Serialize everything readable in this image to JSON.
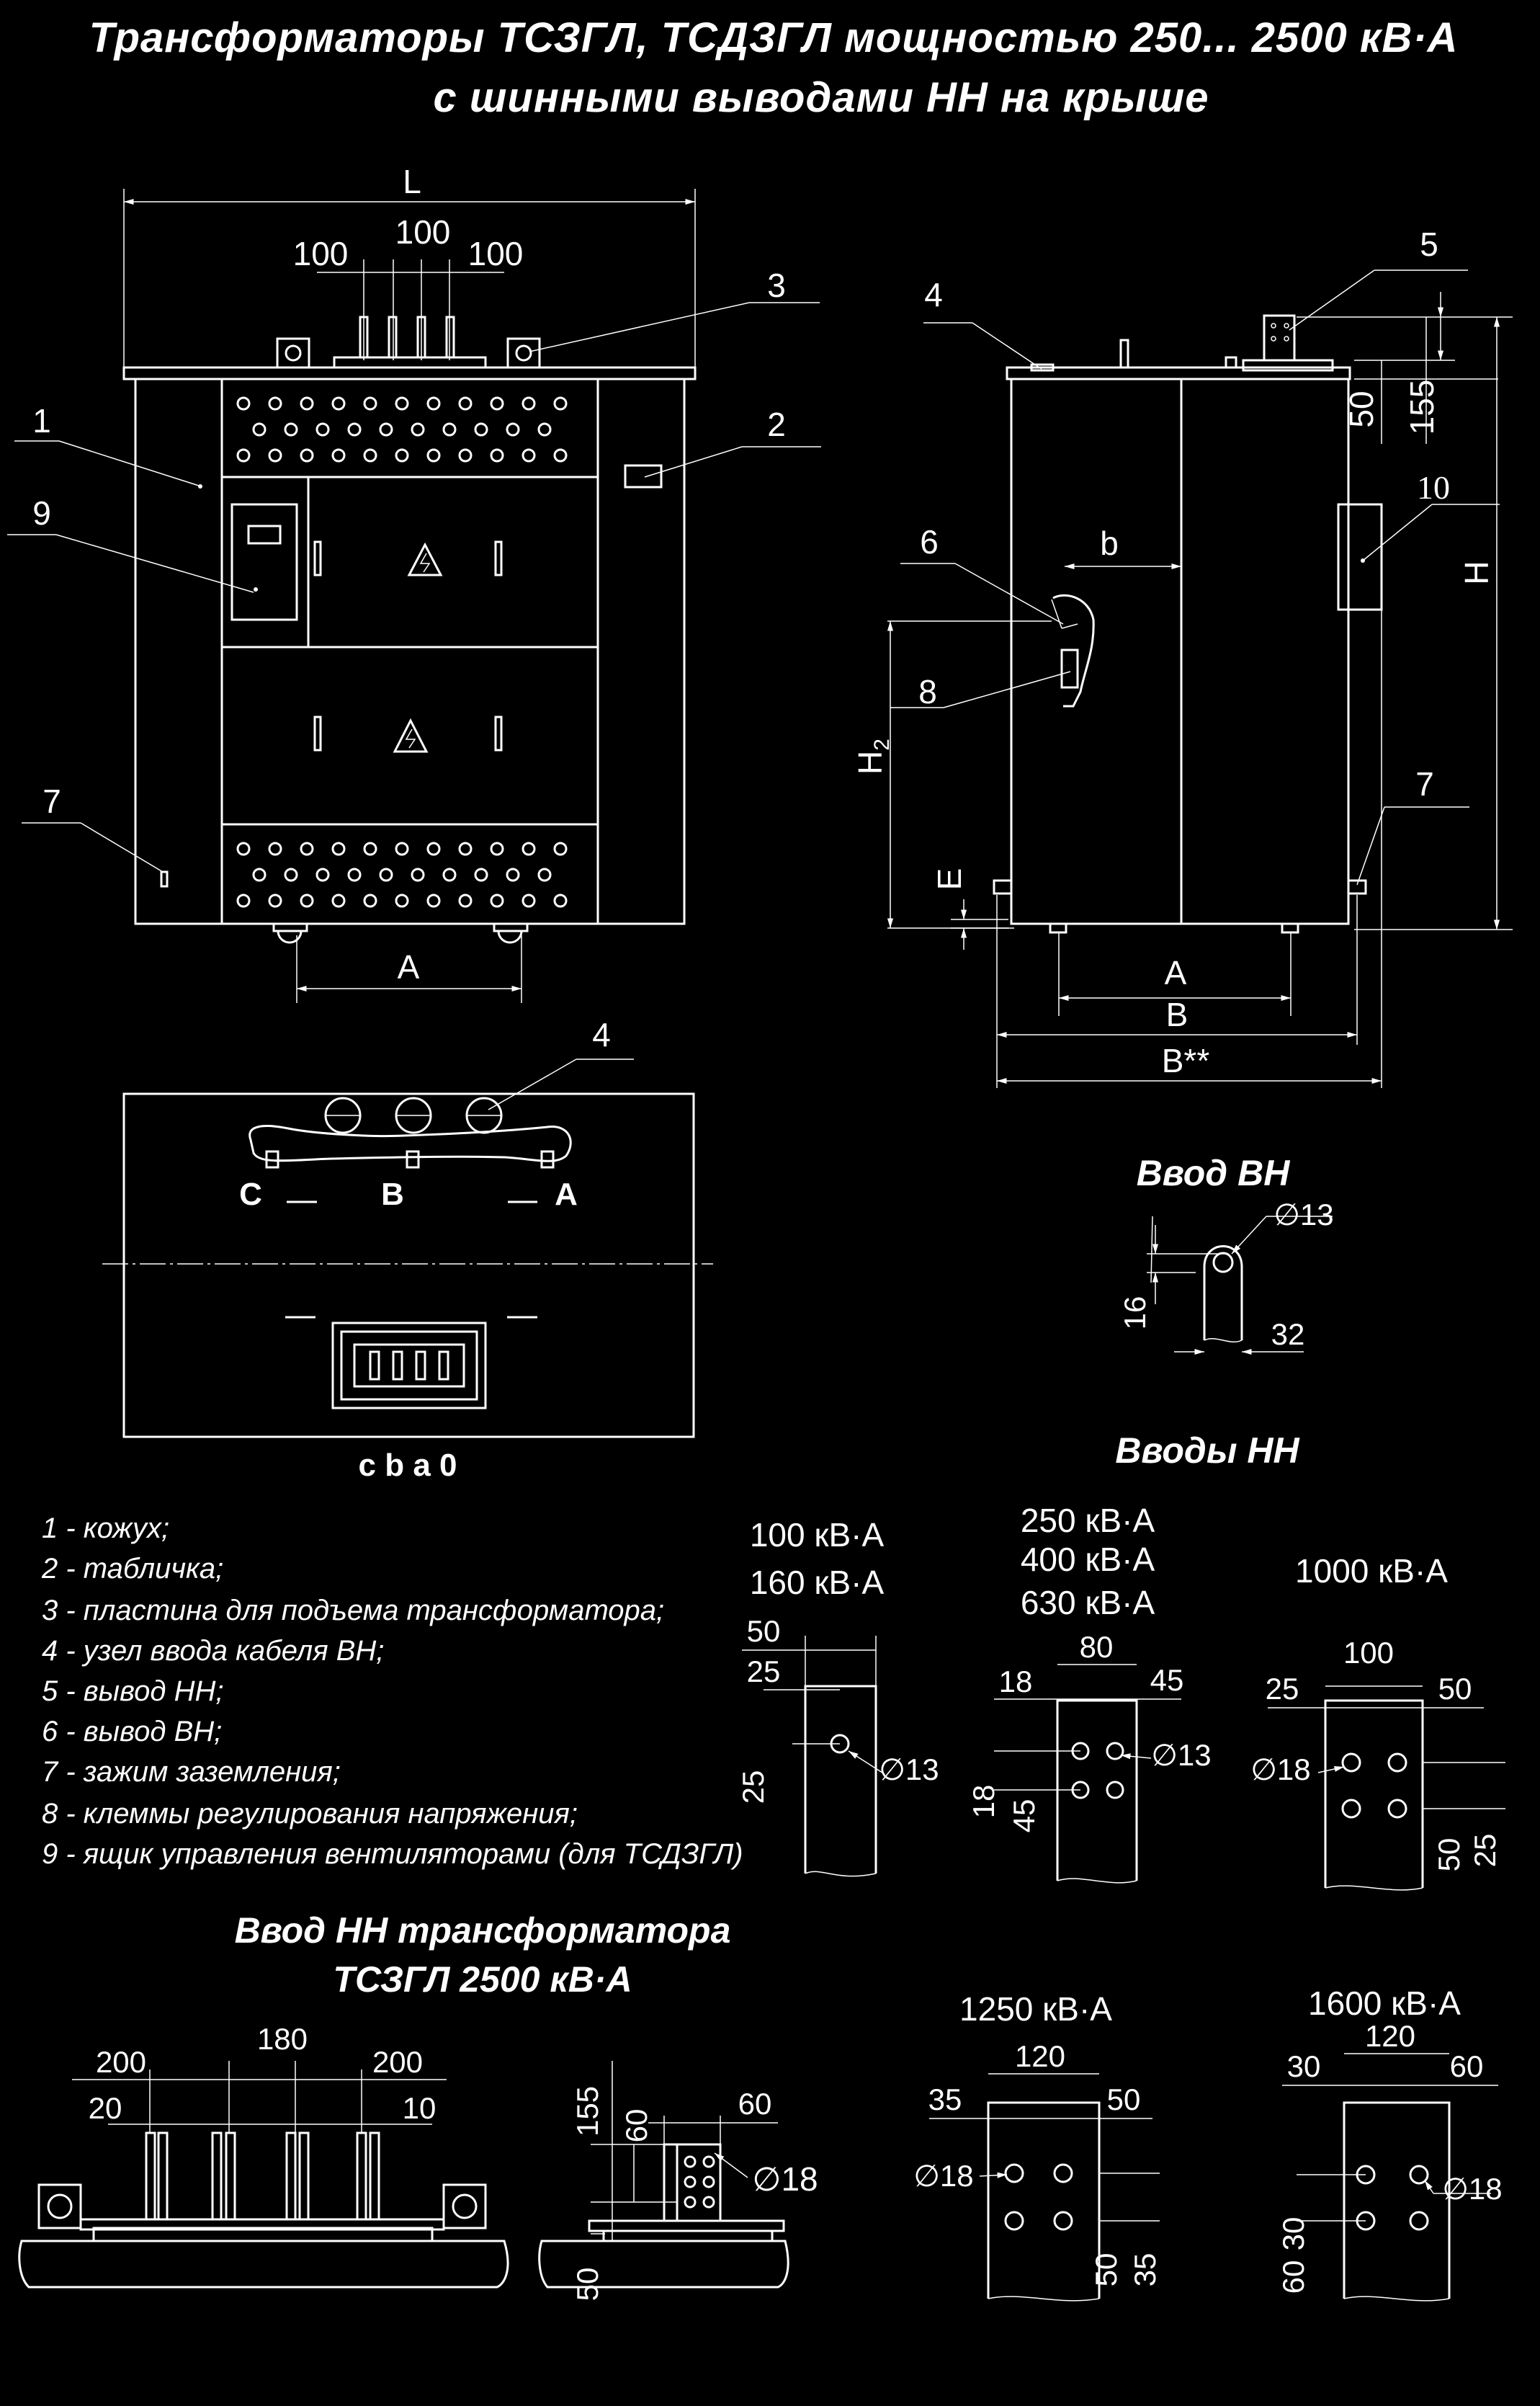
{
  "title": {
    "line1": "Трансформаторы ТСЗГЛ, ТСДЗГЛ мощностью 250... 2500 кВ·А",
    "line2": "с шинными выводами НН на крыше"
  },
  "front_view": {
    "dim_L": "L",
    "dim_100_left": "100",
    "dim_100_mid": "100",
    "dim_100_right": "100",
    "dim_A": "A",
    "callouts": [
      "1",
      "2",
      "3",
      "7",
      "9"
    ]
  },
  "side_view": {
    "callouts": [
      "4",
      "5",
      "6",
      "7",
      "8",
      "10"
    ],
    "dim_b": "b",
    "dim_50": "50",
    "dim_155": "155",
    "dim_H": "H",
    "dim_H2": "H",
    "dim_H2_sub": "2",
    "dim_E": "E",
    "dim_A": "A",
    "dim_B": "B",
    "dim_Bstar": "B**"
  },
  "top_view": {
    "callout": "4",
    "phases_hv": [
      "C",
      "B",
      "A"
    ],
    "phases_lv": "c b a 0"
  },
  "hv_input": {
    "heading": "Ввод ВН",
    "dia": "∅13",
    "dim_16": "16",
    "dim_32": "32"
  },
  "lv_inputs": {
    "heading": "Вводы НН",
    "groups": [
      {
        "power": [
          "100 кВ·А",
          "160 кВ·А"
        ],
        "dims": [
          "50",
          "25",
          "25"
        ],
        "dia": "∅13"
      },
      {
        "power": [
          "250 кВ·А",
          "400 кВ·А",
          "630 кВ·А"
        ],
        "dims": [
          "80",
          "18",
          "45",
          "18",
          "45"
        ],
        "dia": "∅13"
      },
      {
        "power": [
          "1000 кВ·А"
        ],
        "dims": [
          "100",
          "25",
          "50",
          "50",
          "25"
        ],
        "dia": "∅18"
      },
      {
        "power": [
          "1250 кВ·А"
        ],
        "dims": [
          "120",
          "35",
          "50",
          "50",
          "35"
        ],
        "dia": "∅18"
      },
      {
        "power": [
          "1600 кВ·А"
        ],
        "dims": [
          "120",
          "30",
          "60",
          "30",
          "60"
        ],
        "dia": "∅18"
      }
    ]
  },
  "legend": [
    "1 - кожух;",
    "2 - табличка;",
    "3 - пластина для подъема трансформатора;",
    "4 - узел ввода кабеля ВН;",
    "5 - вывод НН;",
    "6 - вывод ВН;",
    "7 - зажим заземления;",
    "8 - клеммы регулирования напряжения;",
    "9 - ящик управления вентиляторами (для ТСДЗГЛ)"
  ],
  "lv_2500": {
    "heading1": "Ввод НН трансформатора",
    "heading2": "ТСЗГЛ 2500 кВ·А",
    "dims_front": [
      "200",
      "180",
      "200",
      "20",
      "10"
    ],
    "dims_side": [
      "60",
      "155",
      "60",
      "50"
    ],
    "dia": "∅18"
  }
}
